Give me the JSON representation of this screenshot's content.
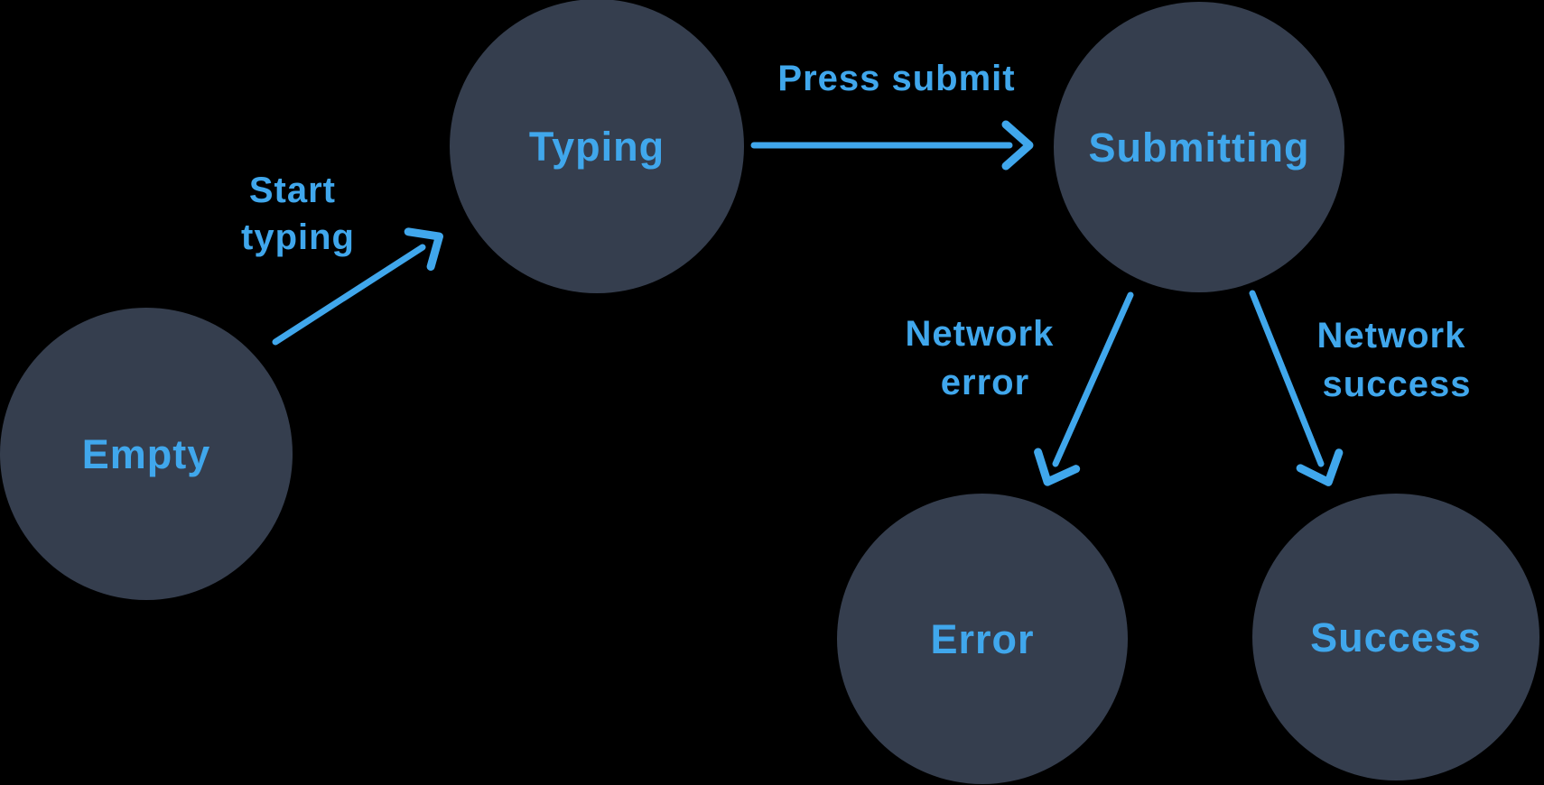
{
  "colors": {
    "background": "#000000",
    "accent": "#40A7EC",
    "node_fill": "#353E4E"
  },
  "diagram": {
    "type": "state-machine",
    "states": [
      {
        "id": "empty",
        "label": "Empty"
      },
      {
        "id": "typing",
        "label": "Typing"
      },
      {
        "id": "submitting",
        "label": "Submitting"
      },
      {
        "id": "error",
        "label": "Error"
      },
      {
        "id": "success",
        "label": "Success"
      }
    ],
    "transitions": [
      {
        "from": "Empty",
        "to": "Typing",
        "label": "Start typing",
        "line1": "Start",
        "line2": "typing"
      },
      {
        "from": "Typing",
        "to": "Submitting",
        "label": "Press submit",
        "line1": "Press submit",
        "line2": ""
      },
      {
        "from": "Submitting",
        "to": "Error",
        "label": "Network error",
        "line1": "Network",
        "line2": "error"
      },
      {
        "from": "Submitting",
        "to": "Success",
        "label": "Network success",
        "line1": "Network",
        "line2": "success"
      }
    ]
  }
}
